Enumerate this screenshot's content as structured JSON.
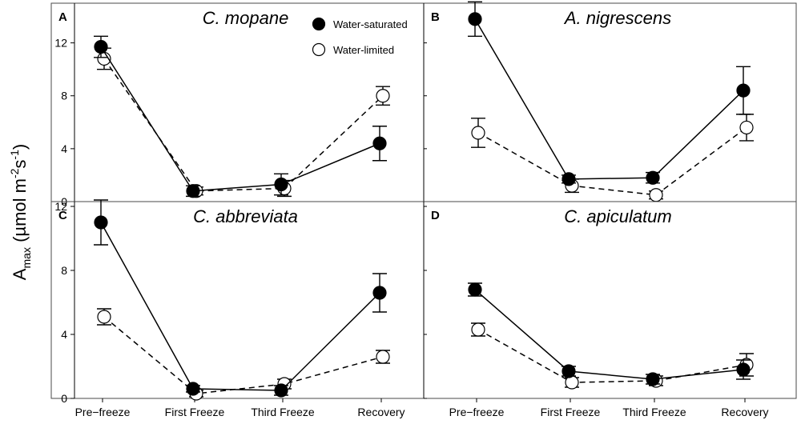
{
  "figure": {
    "ylabel_main": "A",
    "ylabel_sub": "max",
    "ylabel_unit_open": " (µmol m",
    "ylabel_exp1": "-2",
    "ylabel_mid": "s",
    "ylabel_exp2": "-1",
    "ylabel_close": ")"
  },
  "legend": {
    "saturated": "Water-saturated",
    "limited": "Water-limited",
    "saturated_color": "#000000",
    "limited_color": "#ffffff"
  },
  "chart_data": [
    {
      "type": "line",
      "letter": "A",
      "title": "C. mopane",
      "categories": [
        "Pre−freeze",
        "First Freeze",
        "Third Freeze",
        "Recovery"
      ],
      "ylim": [
        0,
        15
      ],
      "yticks": [
        0,
        4,
        8,
        12
      ],
      "series": [
        {
          "name": "Water-saturated",
          "values": [
            11.7,
            0.8,
            1.3,
            4.4
          ],
          "errors": [
            0.8,
            0.4,
            0.8,
            1.3
          ]
        },
        {
          "name": "Water-limited",
          "values": [
            10.8,
            0.8,
            1.0,
            8.0
          ],
          "errors": [
            0.8,
            0.3,
            0.6,
            0.7
          ]
        }
      ]
    },
    {
      "type": "line",
      "letter": "B",
      "title": "A. nigrescens",
      "categories": [
        "Pre−freeze",
        "First Freeze",
        "Third Freeze",
        "Recovery"
      ],
      "ylim": [
        0,
        15
      ],
      "yticks": [
        0,
        4,
        8,
        12
      ],
      "series": [
        {
          "name": "Water-saturated",
          "values": [
            13.8,
            1.7,
            1.8,
            8.4
          ],
          "errors": [
            1.3,
            0.3,
            0.4,
            1.8
          ]
        },
        {
          "name": "Water-limited",
          "values": [
            5.2,
            1.2,
            0.5,
            5.6
          ],
          "errors": [
            1.1,
            0.5,
            0.3,
            1.0
          ]
        }
      ]
    },
    {
      "type": "line",
      "letter": "C",
      "title": "C. abbreviata",
      "categories": [
        "Pre−freeze",
        "First Freeze",
        "Third Freeze",
        "Recovery"
      ],
      "ylim": [
        0,
        12.3
      ],
      "yticks": [
        0,
        4,
        8,
        12
      ],
      "series": [
        {
          "name": "Water-saturated",
          "values": [
            11.0,
            0.6,
            0.5,
            6.6
          ],
          "errors": [
            1.4,
            0.2,
            0.3,
            1.2
          ]
        },
        {
          "name": "Water-limited",
          "values": [
            5.1,
            0.3,
            0.9,
            2.6
          ],
          "errors": [
            0.5,
            0.2,
            0.3,
            0.4
          ]
        }
      ]
    },
    {
      "type": "line",
      "letter": "D",
      "title": "C. apiculatum",
      "categories": [
        "Pre−freeze",
        "First Freeze",
        "Third Freeze",
        "Recovery"
      ],
      "ylim": [
        0,
        12.3
      ],
      "yticks": [
        0,
        4,
        8,
        12
      ],
      "series": [
        {
          "name": "Water-saturated",
          "values": [
            6.8,
            1.7,
            1.2,
            1.8
          ],
          "errors": [
            0.4,
            0.3,
            0.3,
            0.6
          ]
        },
        {
          "name": "Water-limited",
          "values": [
            4.3,
            1.0,
            1.1,
            2.1
          ],
          "errors": [
            0.4,
            0.3,
            0.3,
            0.7
          ]
        }
      ]
    }
  ]
}
